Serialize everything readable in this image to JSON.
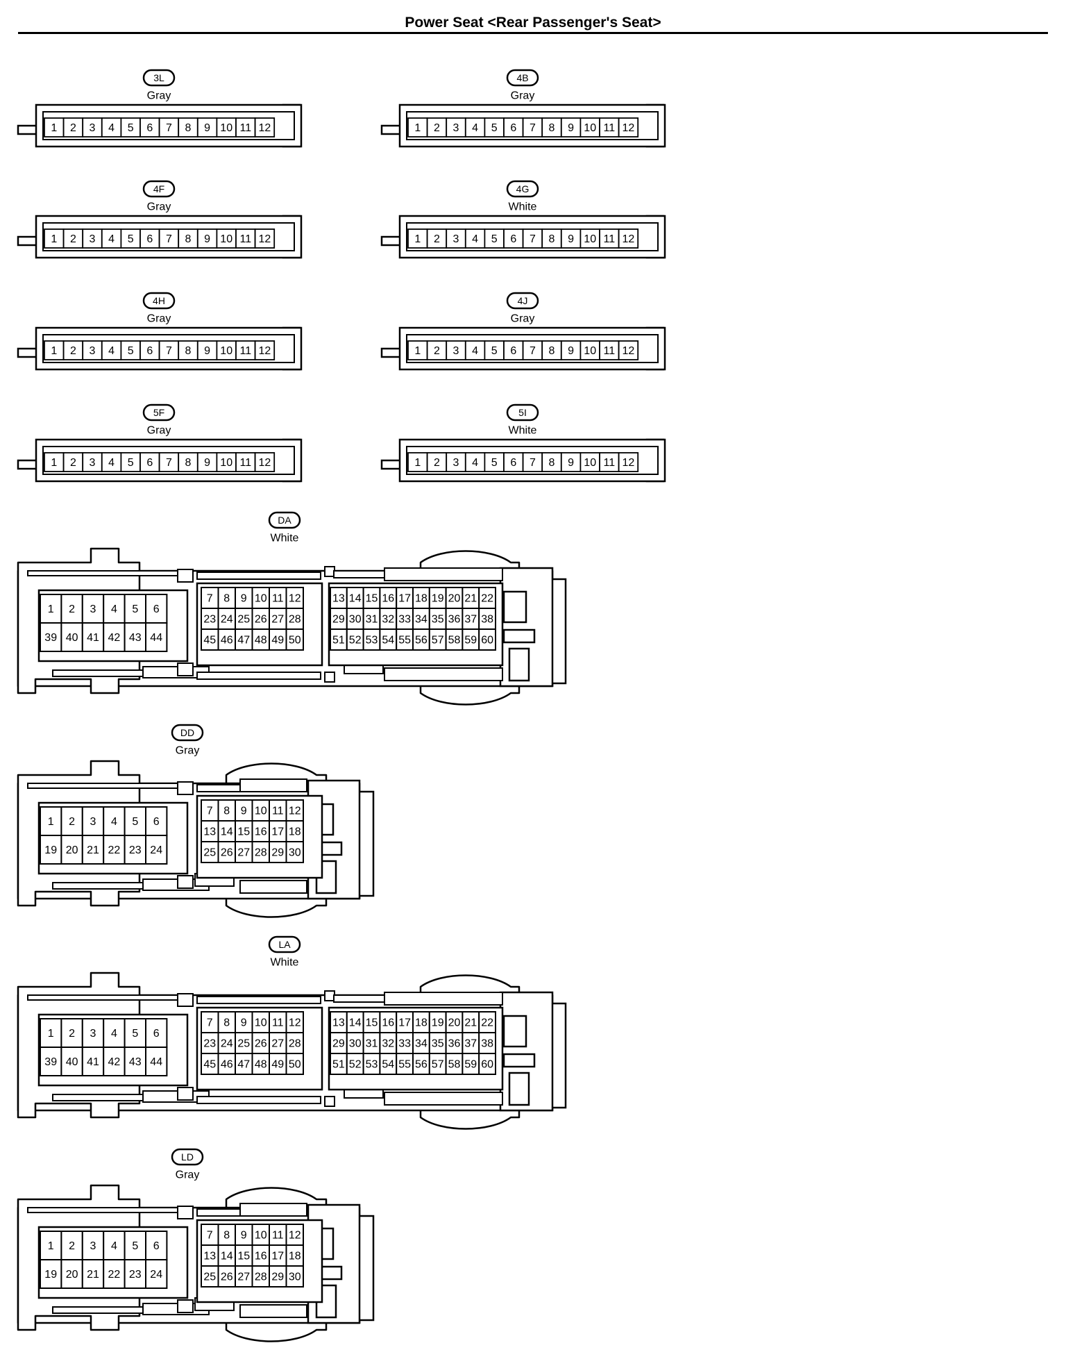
{
  "page": {
    "title": "Power Seat <Rear Passenger's Seat>"
  },
  "small_connectors": [
    {
      "code": "3L",
      "color": "Gray",
      "pins": [
        "1",
        "2",
        "3",
        "4",
        "5",
        "6",
        "7",
        "8",
        "9",
        "10",
        "11",
        "12"
      ]
    },
    {
      "code": "4B",
      "color": "Gray",
      "pins": [
        "1",
        "2",
        "3",
        "4",
        "5",
        "6",
        "7",
        "8",
        "9",
        "10",
        "11",
        "12"
      ]
    },
    {
      "code": "4F",
      "color": "Gray",
      "pins": [
        "1",
        "2",
        "3",
        "4",
        "5",
        "6",
        "7",
        "8",
        "9",
        "10",
        "11",
        "12"
      ]
    },
    {
      "code": "4G",
      "color": "White",
      "pins": [
        "1",
        "2",
        "3",
        "4",
        "5",
        "6",
        "7",
        "8",
        "9",
        "10",
        "11",
        "12"
      ]
    },
    {
      "code": "4H",
      "color": "Gray",
      "pins": [
        "1",
        "2",
        "3",
        "4",
        "5",
        "6",
        "7",
        "8",
        "9",
        "10",
        "11",
        "12"
      ]
    },
    {
      "code": "4J",
      "color": "Gray",
      "pins": [
        "1",
        "2",
        "3",
        "4",
        "5",
        "6",
        "7",
        "8",
        "9",
        "10",
        "11",
        "12"
      ]
    },
    {
      "code": "5F",
      "color": "Gray",
      "pins": [
        "1",
        "2",
        "3",
        "4",
        "5",
        "6",
        "7",
        "8",
        "9",
        "10",
        "11",
        "12"
      ]
    },
    {
      "code": "5I",
      "color": "White",
      "pins": [
        "1",
        "2",
        "3",
        "4",
        "5",
        "6",
        "7",
        "8",
        "9",
        "10",
        "11",
        "12"
      ]
    }
  ],
  "large_connectors": [
    {
      "code": "DA",
      "color": "White",
      "variant": "60-pin",
      "blocks": [
        [
          [
            "1",
            "2",
            "3",
            "4",
            "5",
            "6"
          ],
          [
            "39",
            "40",
            "41",
            "42",
            "43",
            "44"
          ]
        ],
        [
          [
            "7",
            "8",
            "9",
            "10",
            "11",
            "12"
          ],
          [
            "23",
            "24",
            "25",
            "26",
            "27",
            "28"
          ],
          [
            "45",
            "46",
            "47",
            "48",
            "49",
            "50"
          ]
        ],
        [
          [
            "13",
            "14",
            "15",
            "16",
            "17",
            "18",
            "19",
            "20",
            "21",
            "22"
          ],
          [
            "29",
            "30",
            "31",
            "32",
            "33",
            "34",
            "35",
            "36",
            "37",
            "38"
          ],
          [
            "51",
            "52",
            "53",
            "54",
            "55",
            "56",
            "57",
            "58",
            "59",
            "60"
          ]
        ]
      ]
    },
    {
      "code": "DD",
      "color": "Gray",
      "variant": "30-pin",
      "blocks": [
        [
          [
            "1",
            "2",
            "3",
            "4",
            "5",
            "6"
          ],
          [
            "19",
            "20",
            "21",
            "22",
            "23",
            "24"
          ]
        ],
        [
          [
            "7",
            "8",
            "9",
            "10",
            "11",
            "12"
          ],
          [
            "13",
            "14",
            "15",
            "16",
            "17",
            "18"
          ],
          [
            "25",
            "26",
            "27",
            "28",
            "29",
            "30"
          ]
        ]
      ]
    },
    {
      "code": "LA",
      "color": "White",
      "variant": "60-pin",
      "blocks": [
        [
          [
            "1",
            "2",
            "3",
            "4",
            "5",
            "6"
          ],
          [
            "39",
            "40",
            "41",
            "42",
            "43",
            "44"
          ]
        ],
        [
          [
            "7",
            "8",
            "9",
            "10",
            "11",
            "12"
          ],
          [
            "23",
            "24",
            "25",
            "26",
            "27",
            "28"
          ],
          [
            "45",
            "46",
            "47",
            "48",
            "49",
            "50"
          ]
        ],
        [
          [
            "13",
            "14",
            "15",
            "16",
            "17",
            "18",
            "19",
            "20",
            "21",
            "22"
          ],
          [
            "29",
            "30",
            "31",
            "32",
            "33",
            "34",
            "35",
            "36",
            "37",
            "38"
          ],
          [
            "51",
            "52",
            "53",
            "54",
            "55",
            "56",
            "57",
            "58",
            "59",
            "60"
          ]
        ]
      ]
    },
    {
      "code": "LD",
      "color": "Gray",
      "variant": "30-pin",
      "blocks": [
        [
          [
            "1",
            "2",
            "3",
            "4",
            "5",
            "6"
          ],
          [
            "19",
            "20",
            "21",
            "22",
            "23",
            "24"
          ]
        ],
        [
          [
            "7",
            "8",
            "9",
            "10",
            "11",
            "12"
          ],
          [
            "13",
            "14",
            "15",
            "16",
            "17",
            "18"
          ],
          [
            "25",
            "26",
            "27",
            "28",
            "29",
            "30"
          ]
        ]
      ]
    }
  ]
}
